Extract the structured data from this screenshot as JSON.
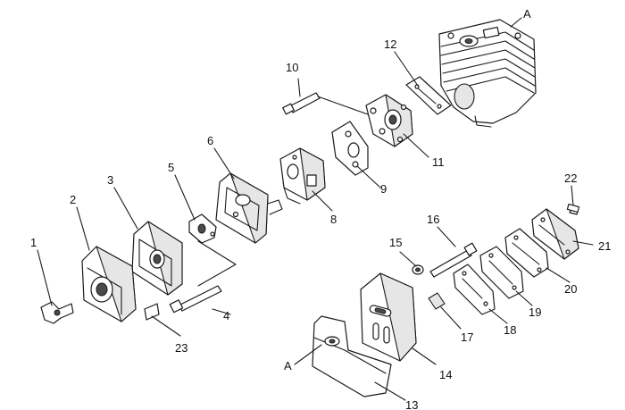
{
  "diagram": {
    "callouts": [
      {
        "id": "p1",
        "text": "1"
      },
      {
        "id": "p2",
        "text": "2"
      },
      {
        "id": "p3",
        "text": "3"
      },
      {
        "id": "p4",
        "text": "4"
      },
      {
        "id": "p5",
        "text": "5"
      },
      {
        "id": "p6",
        "text": "6"
      },
      {
        "id": "p8",
        "text": "8"
      },
      {
        "id": "p9",
        "text": "9"
      },
      {
        "id": "p10",
        "text": "10"
      },
      {
        "id": "p11",
        "text": "11"
      },
      {
        "id": "p12",
        "text": "12"
      },
      {
        "id": "p13",
        "text": "13"
      },
      {
        "id": "p14",
        "text": "14"
      },
      {
        "id": "p15",
        "text": "15"
      },
      {
        "id": "p16",
        "text": "16"
      },
      {
        "id": "p17",
        "text": "17"
      },
      {
        "id": "p18",
        "text": "18"
      },
      {
        "id": "p19",
        "text": "19"
      },
      {
        "id": "p20",
        "text": "20"
      },
      {
        "id": "p21",
        "text": "21"
      },
      {
        "id": "p22",
        "text": "22"
      },
      {
        "id": "p23",
        "text": "23"
      },
      {
        "id": "refA1",
        "text": "A"
      },
      {
        "id": "refA2",
        "text": "A"
      }
    ]
  }
}
